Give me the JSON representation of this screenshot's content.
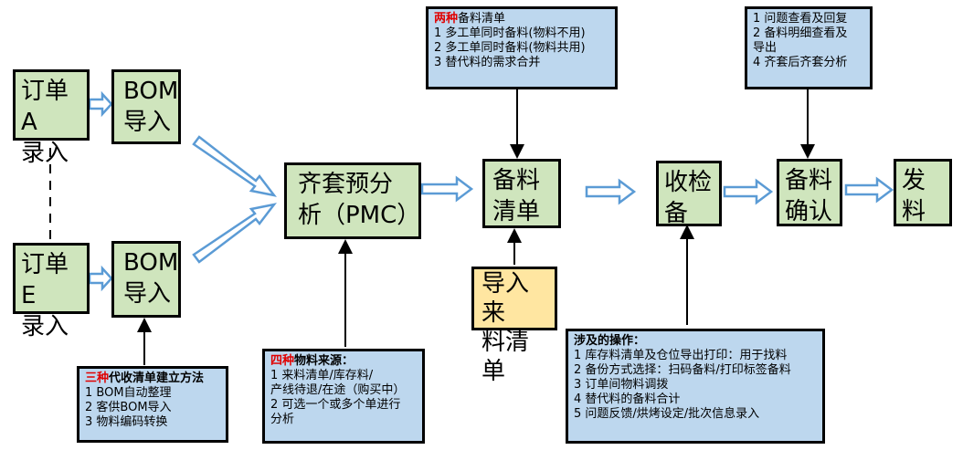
{
  "nodes": {
    "order_a": [
      "订单A",
      "录入"
    ],
    "bom_top": [
      "BOM",
      "导入"
    ],
    "order_e": [
      "订单E",
      "录入"
    ],
    "bom_bottom": [
      "BOM",
      "导入"
    ],
    "pmc": [
      "齐套预分",
      "析（PMC）"
    ],
    "pick_list": [
      "备料",
      "清单"
    ],
    "import_list": [
      "导入来",
      "料清单"
    ],
    "receive": [
      "收检",
      "备"
    ],
    "confirm": [
      "备料",
      "确认"
    ],
    "issue": [
      "发料"
    ]
  },
  "notes": {
    "two_types": {
      "title_red": "两种",
      "title_rest": "备料清单",
      "items": [
        "1 多工单同时备料(物料不用)",
        "2 多工单同时备料(物料共用)",
        "3 替代料的需求合并"
      ]
    },
    "review": {
      "items": [
        "1 问题查看及回复",
        "2 备料明细查看及",
        "导出",
        "4 齐套后齐套分析"
      ]
    },
    "three_methods": {
      "title_red": "三种",
      "title_rest": "代收清单建立方法",
      "items": [
        "1 BOM自动整理",
        "2 客供BOM导入",
        "3 物料编码转换"
      ]
    },
    "four_sources": {
      "title_red": "四种",
      "title_rest": "物料来源：",
      "items": [
        "1 来料清单/库存料/",
        "产线待退/在途（购买中）",
        "2 可选一个或多个单进行",
        "分析"
      ]
    },
    "operations": {
      "title": "涉及的操作：",
      "items": [
        "1 库存料清单及仓位导出打印：用于找料",
        "2 备份方式选择：扫码备料/打印标签备料",
        "3 订单间物料调拨",
        "4 替代料的备料合计",
        "5 问题反馈/烘烤设定/批次信息录入"
      ]
    }
  },
  "colors": {
    "node_green": "#cfe5bd",
    "note_blue": "#bdd7ee",
    "import_yellow": "#ffe6a1",
    "arrow_outline": "#5b9bd5",
    "title_red": "#e00000"
  }
}
